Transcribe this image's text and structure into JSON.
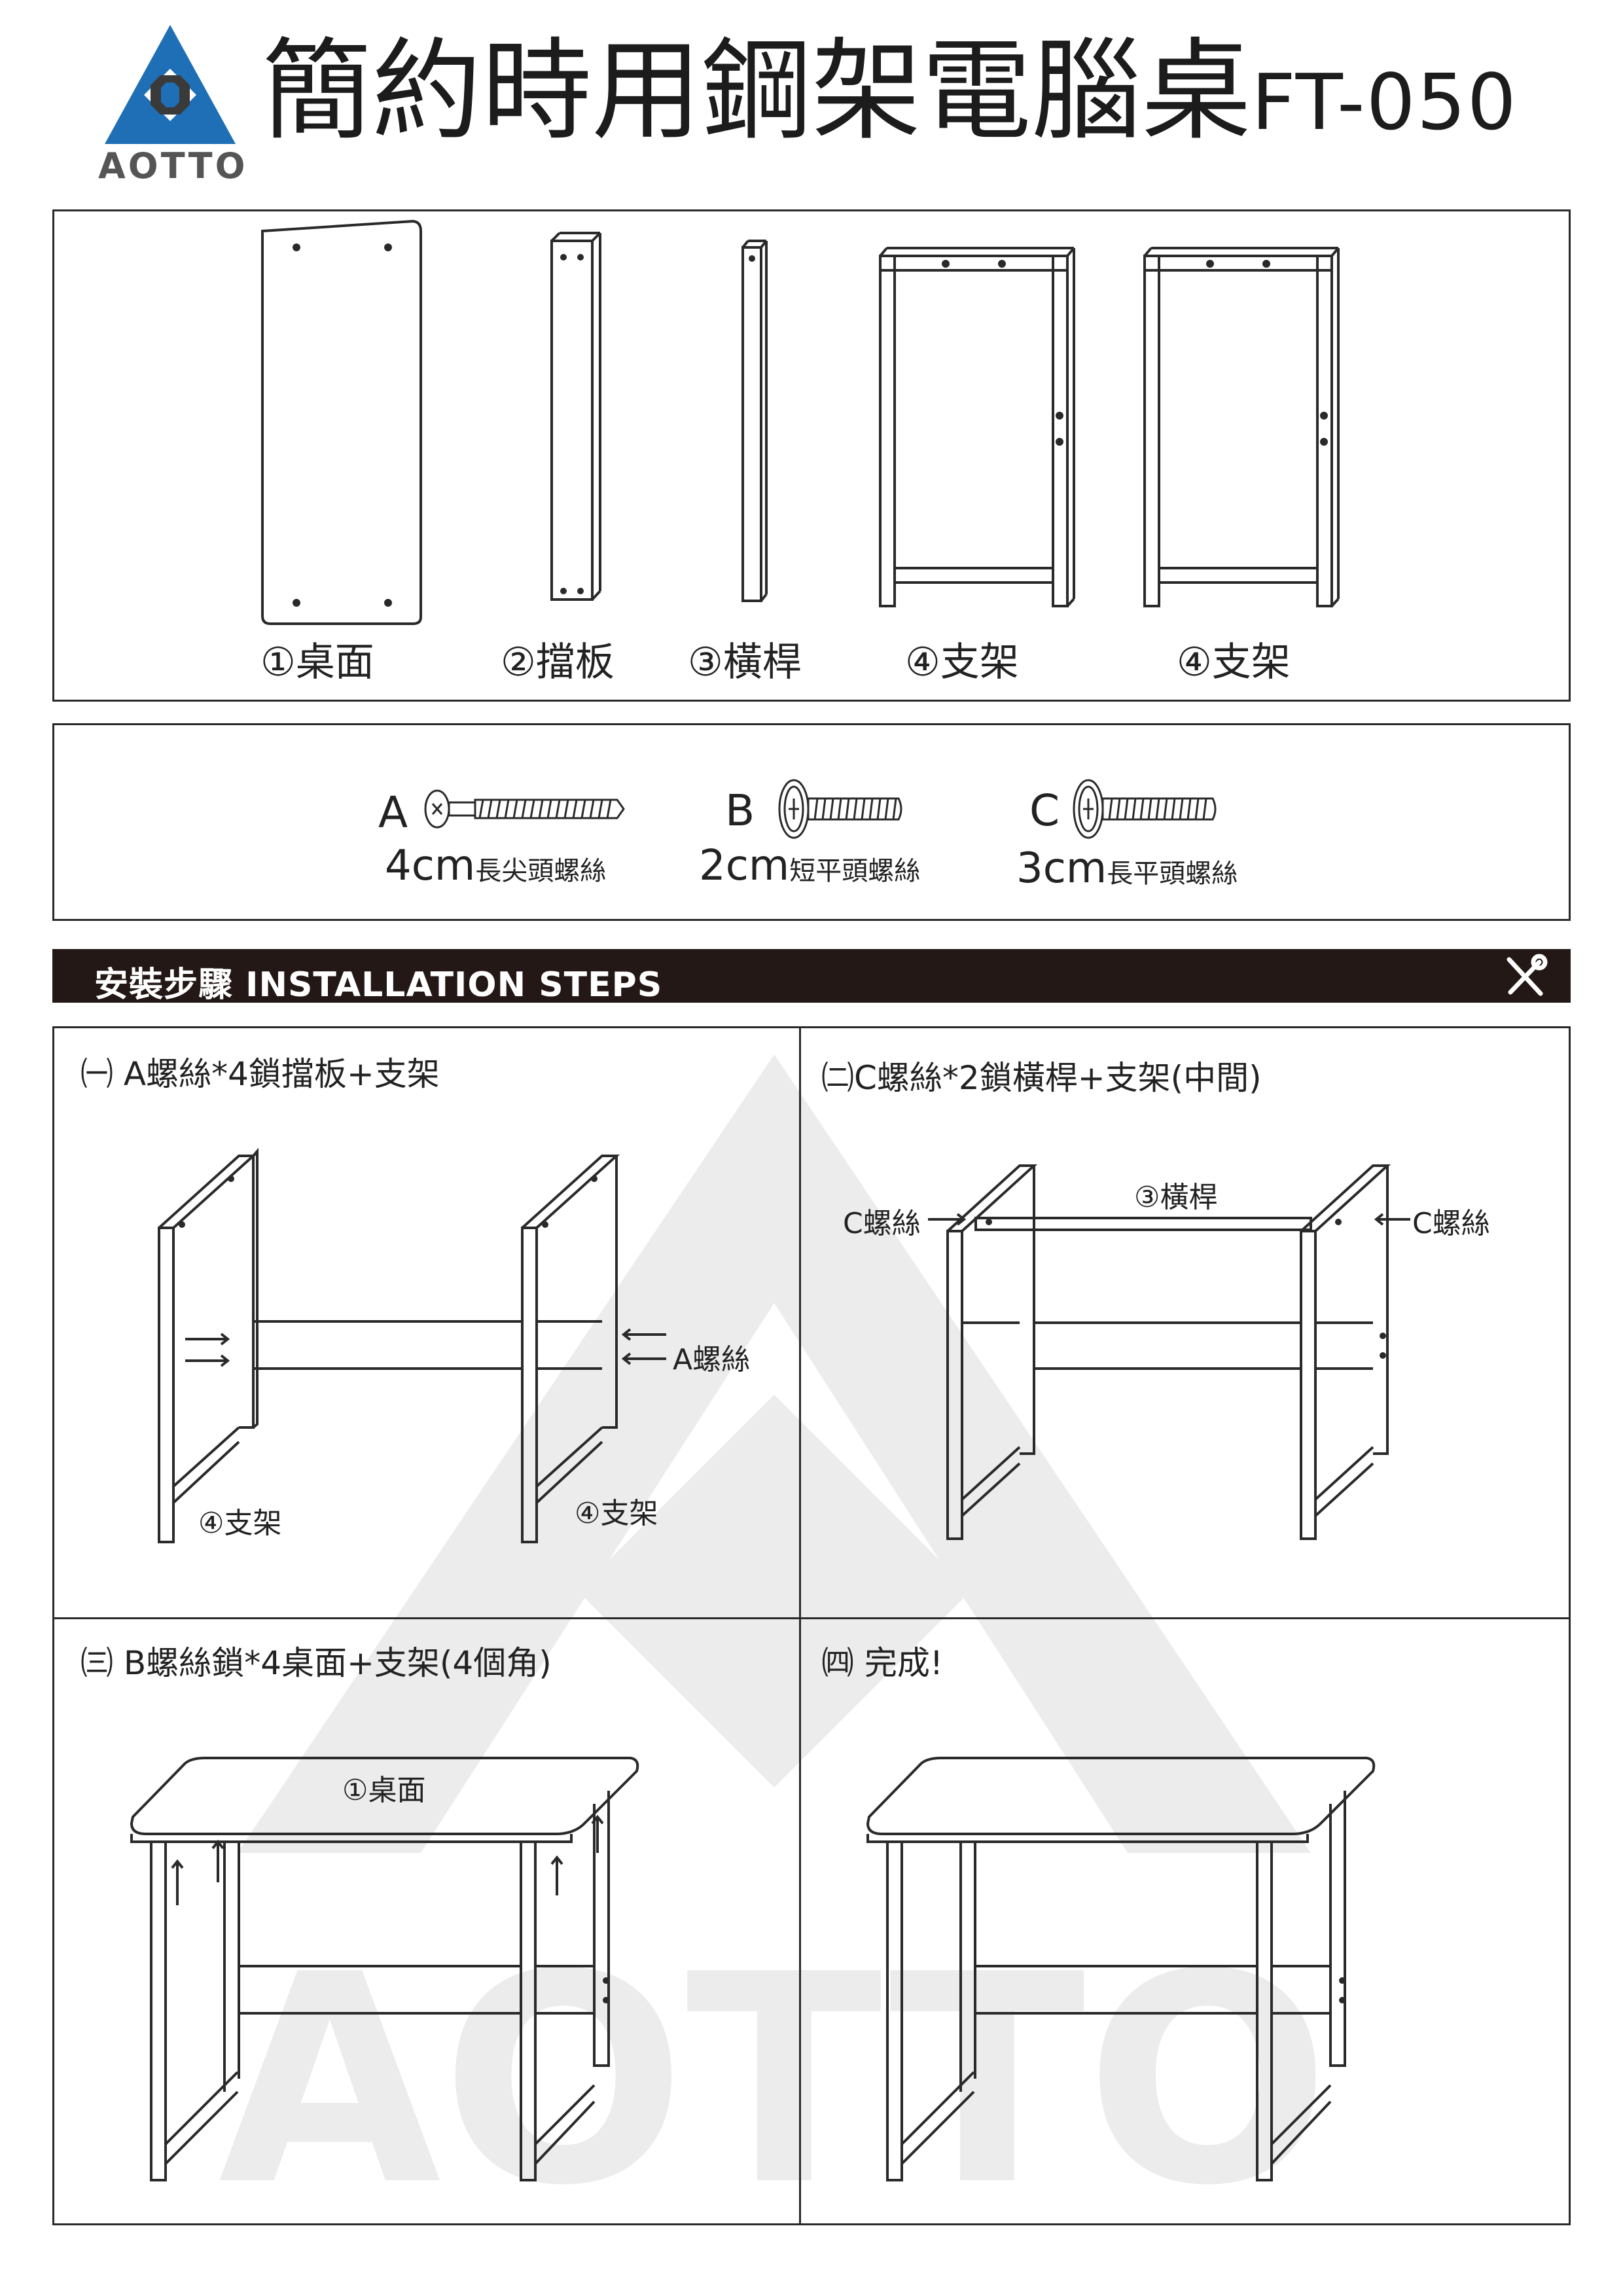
{
  "brand": {
    "name": "AOTTO"
  },
  "title": {
    "main": "簡約時用鋼架電腦桌",
    "model": "FT-050"
  },
  "parts": [
    {
      "label": "①桌面"
    },
    {
      "label": "②擋板"
    },
    {
      "label": "③橫桿"
    },
    {
      "label": "④支架"
    },
    {
      "label": "④支架"
    }
  ],
  "screws": [
    {
      "letter": "A",
      "size": "4cm",
      "desc": "長尖頭螺絲"
    },
    {
      "letter": "B",
      "size": "2cm",
      "desc": "短平頭螺絲"
    },
    {
      "letter": "C",
      "size": "3cm",
      "desc": "長平頭螺絲"
    }
  ],
  "section": {
    "title": "安裝步驟  INSTALLATION STEPS",
    "icon": "tools-icon"
  },
  "steps": [
    {
      "title": "㈠ A螺絲*4鎖擋板+支架",
      "labels": {
        "screw": "A螺絲",
        "left_frame": "④支架",
        "right_frame": "④支架"
      }
    },
    {
      "title": "㈡C螺絲*2鎖橫桿+支架(中間)",
      "labels": {
        "bar": "③橫桿",
        "left_screw": "C螺絲",
        "right_screw": "C螺絲"
      }
    },
    {
      "title": "㈢ B螺絲鎖*4桌面+支架(4個角)",
      "labels": {
        "top": "①桌面"
      }
    },
    {
      "title": "㈣ 完成!"
    }
  ],
  "watermark": "AOTTO",
  "colors": {
    "banner": "#231815",
    "logo_blue": "#1e6fb5",
    "line": "#2a2a2a"
  }
}
